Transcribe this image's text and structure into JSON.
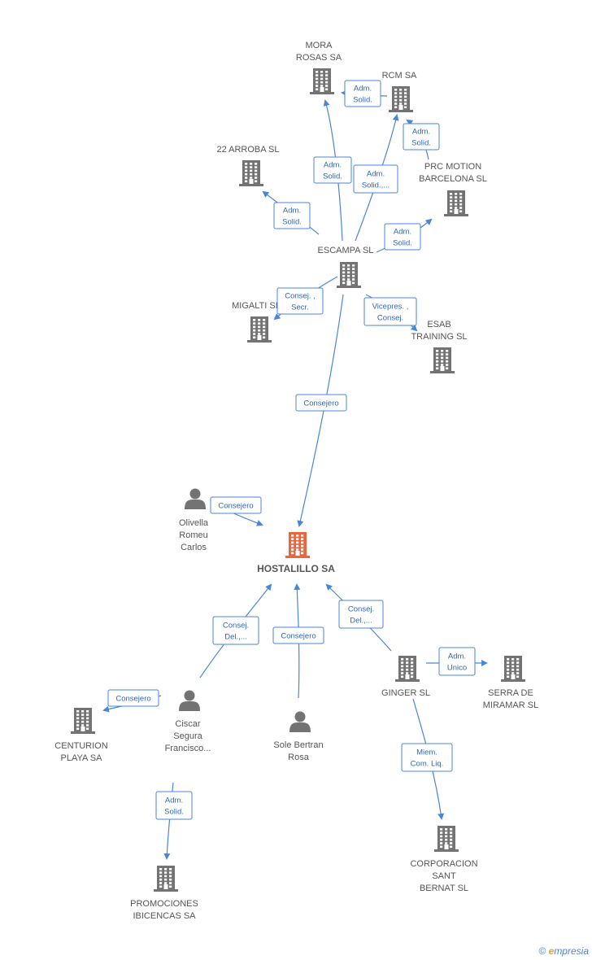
{
  "colors": {
    "building": "#737373",
    "main": "#f0643c",
    "edge": "#4a86d8",
    "person": "#737373"
  },
  "nodes": {
    "mora": {
      "kind": "company",
      "lines": [
        "MORA",
        "ROSAS SA"
      ]
    },
    "rcm": {
      "kind": "company",
      "lines": [
        "RCM SA"
      ]
    },
    "arroba": {
      "kind": "company",
      "lines": [
        "22 ARROBA SL"
      ]
    },
    "prc": {
      "kind": "company",
      "lines": [
        "PRC MOTION",
        "BARCELONA SL"
      ]
    },
    "escampa": {
      "kind": "company",
      "lines": [
        "ESCAMPA  SL"
      ]
    },
    "migalti": {
      "kind": "company",
      "lines": [
        "MIGALTI SL"
      ]
    },
    "esab": {
      "kind": "company",
      "lines": [
        "ESAB",
        "TRAINING SL"
      ]
    },
    "olivella": {
      "kind": "person",
      "lines": [
        "Olivella",
        "Romeu",
        "Carlos"
      ]
    },
    "hostalillo": {
      "kind": "main",
      "lines": [
        "HOSTALILLO SA"
      ]
    },
    "ginger": {
      "kind": "company",
      "lines": [
        "GINGER SL"
      ]
    },
    "serra": {
      "kind": "company",
      "lines": [
        "SERRA DE",
        "MIRAMAR SL"
      ]
    },
    "centurion": {
      "kind": "company",
      "lines": [
        "CENTURION",
        "PLAYA SA"
      ]
    },
    "ciscar": {
      "kind": "person",
      "lines": [
        "Ciscar",
        "Segura",
        "Francisco..."
      ]
    },
    "sole": {
      "kind": "person",
      "lines": [
        "Sole Bertran",
        "Rosa"
      ]
    },
    "promociones": {
      "kind": "company",
      "lines": [
        "PROMOCIONES",
        "IBICENCAS SA"
      ]
    },
    "corporacion": {
      "kind": "company",
      "lines": [
        "CORPORACION",
        "SANT",
        "BERNAT  SL"
      ]
    }
  },
  "edges": [
    {
      "id": "e1",
      "lines": [
        "Adm.",
        "Solid."
      ]
    },
    {
      "id": "e2",
      "lines": [
        "Adm.",
        "Solid."
      ]
    },
    {
      "id": "e3",
      "lines": [
        "Adm.",
        "Solid."
      ]
    },
    {
      "id": "e4",
      "lines": [
        "Adm.",
        "Solid.,..."
      ]
    },
    {
      "id": "e5",
      "lines": [
        "Adm.",
        "Solid."
      ]
    },
    {
      "id": "e6",
      "lines": [
        "Adm.",
        "Solid."
      ]
    },
    {
      "id": "e7",
      "lines": [
        "Adm.",
        "Solid."
      ]
    },
    {
      "id": "e8",
      "lines": [
        "Consej. ,",
        "Secr."
      ]
    },
    {
      "id": "e9",
      "lines": [
        "Vicepres. ,",
        "Consej."
      ]
    },
    {
      "id": "e10",
      "lines": [
        "Consejero"
      ]
    },
    {
      "id": "e11",
      "lines": [
        "Consejero"
      ]
    },
    {
      "id": "e12",
      "lines": [
        "Consej.",
        "Del.,..."
      ]
    },
    {
      "id": "e13",
      "lines": [
        "Consejero"
      ]
    },
    {
      "id": "e14",
      "lines": [
        "Consej.",
        "Del.,..."
      ]
    },
    {
      "id": "e15",
      "lines": [
        "Adm.",
        "Unico"
      ]
    },
    {
      "id": "e16",
      "lines": [
        "Consejero"
      ]
    },
    {
      "id": "e17",
      "lines": [
        "Miem.",
        "Com. Liq."
      ]
    },
    {
      "id": "e18",
      "lines": [
        "Adm.",
        "Solid."
      ]
    }
  ],
  "footer": {
    "copyright": "©",
    "brand_e": "e",
    "brand_rest": "mpresia"
  }
}
